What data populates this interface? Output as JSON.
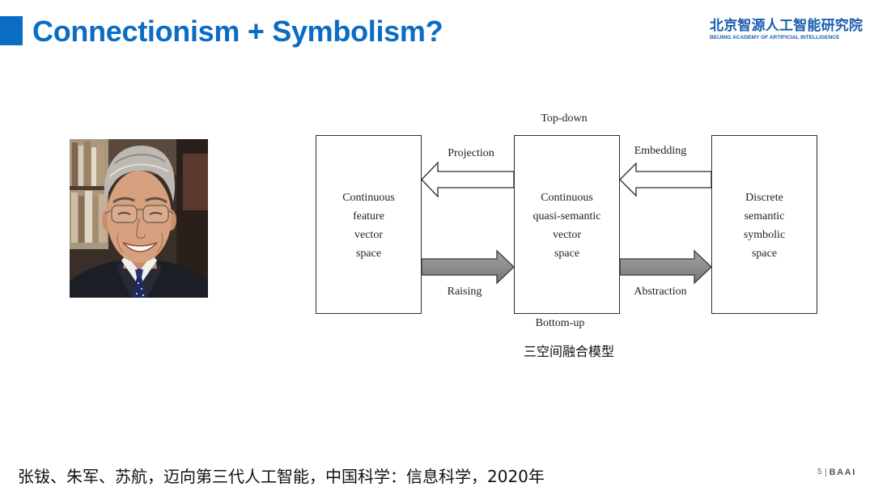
{
  "colors": {
    "accent": "#0b6cc3",
    "logo": "#1a5dad",
    "arrow_fill": "#767676",
    "box_border": "#2b2b2b"
  },
  "header": {
    "title": "Connectionism + Symbolism?",
    "logo_chinese": "北京智源人工智能研究院",
    "logo_english": "BEIJING ACADEMY OF ARTIFICIAL INTELLIGENCE"
  },
  "diagram": {
    "top_label": "Top-down",
    "bottom_label": "Bottom-up",
    "arrows": {
      "projection": "Projection",
      "embedding": "Embedding",
      "raising": "Raising",
      "abstraction": "Abstraction"
    },
    "boxes": [
      {
        "lines": [
          "Continuous",
          "feature",
          "vector",
          "space"
        ]
      },
      {
        "lines": [
          "Continuous",
          "quasi-semantic",
          "vector",
          "space"
        ]
      },
      {
        "lines": [
          "Discrete",
          "semantic",
          "symbolic",
          "space"
        ]
      }
    ],
    "caption": "三空间融合模型"
  },
  "footer": {
    "citation": "张钹、朱军、苏航，迈向第三代人工智能，中国科学：信息科学，2020年",
    "page_number": "5",
    "logo": "BAAI"
  }
}
